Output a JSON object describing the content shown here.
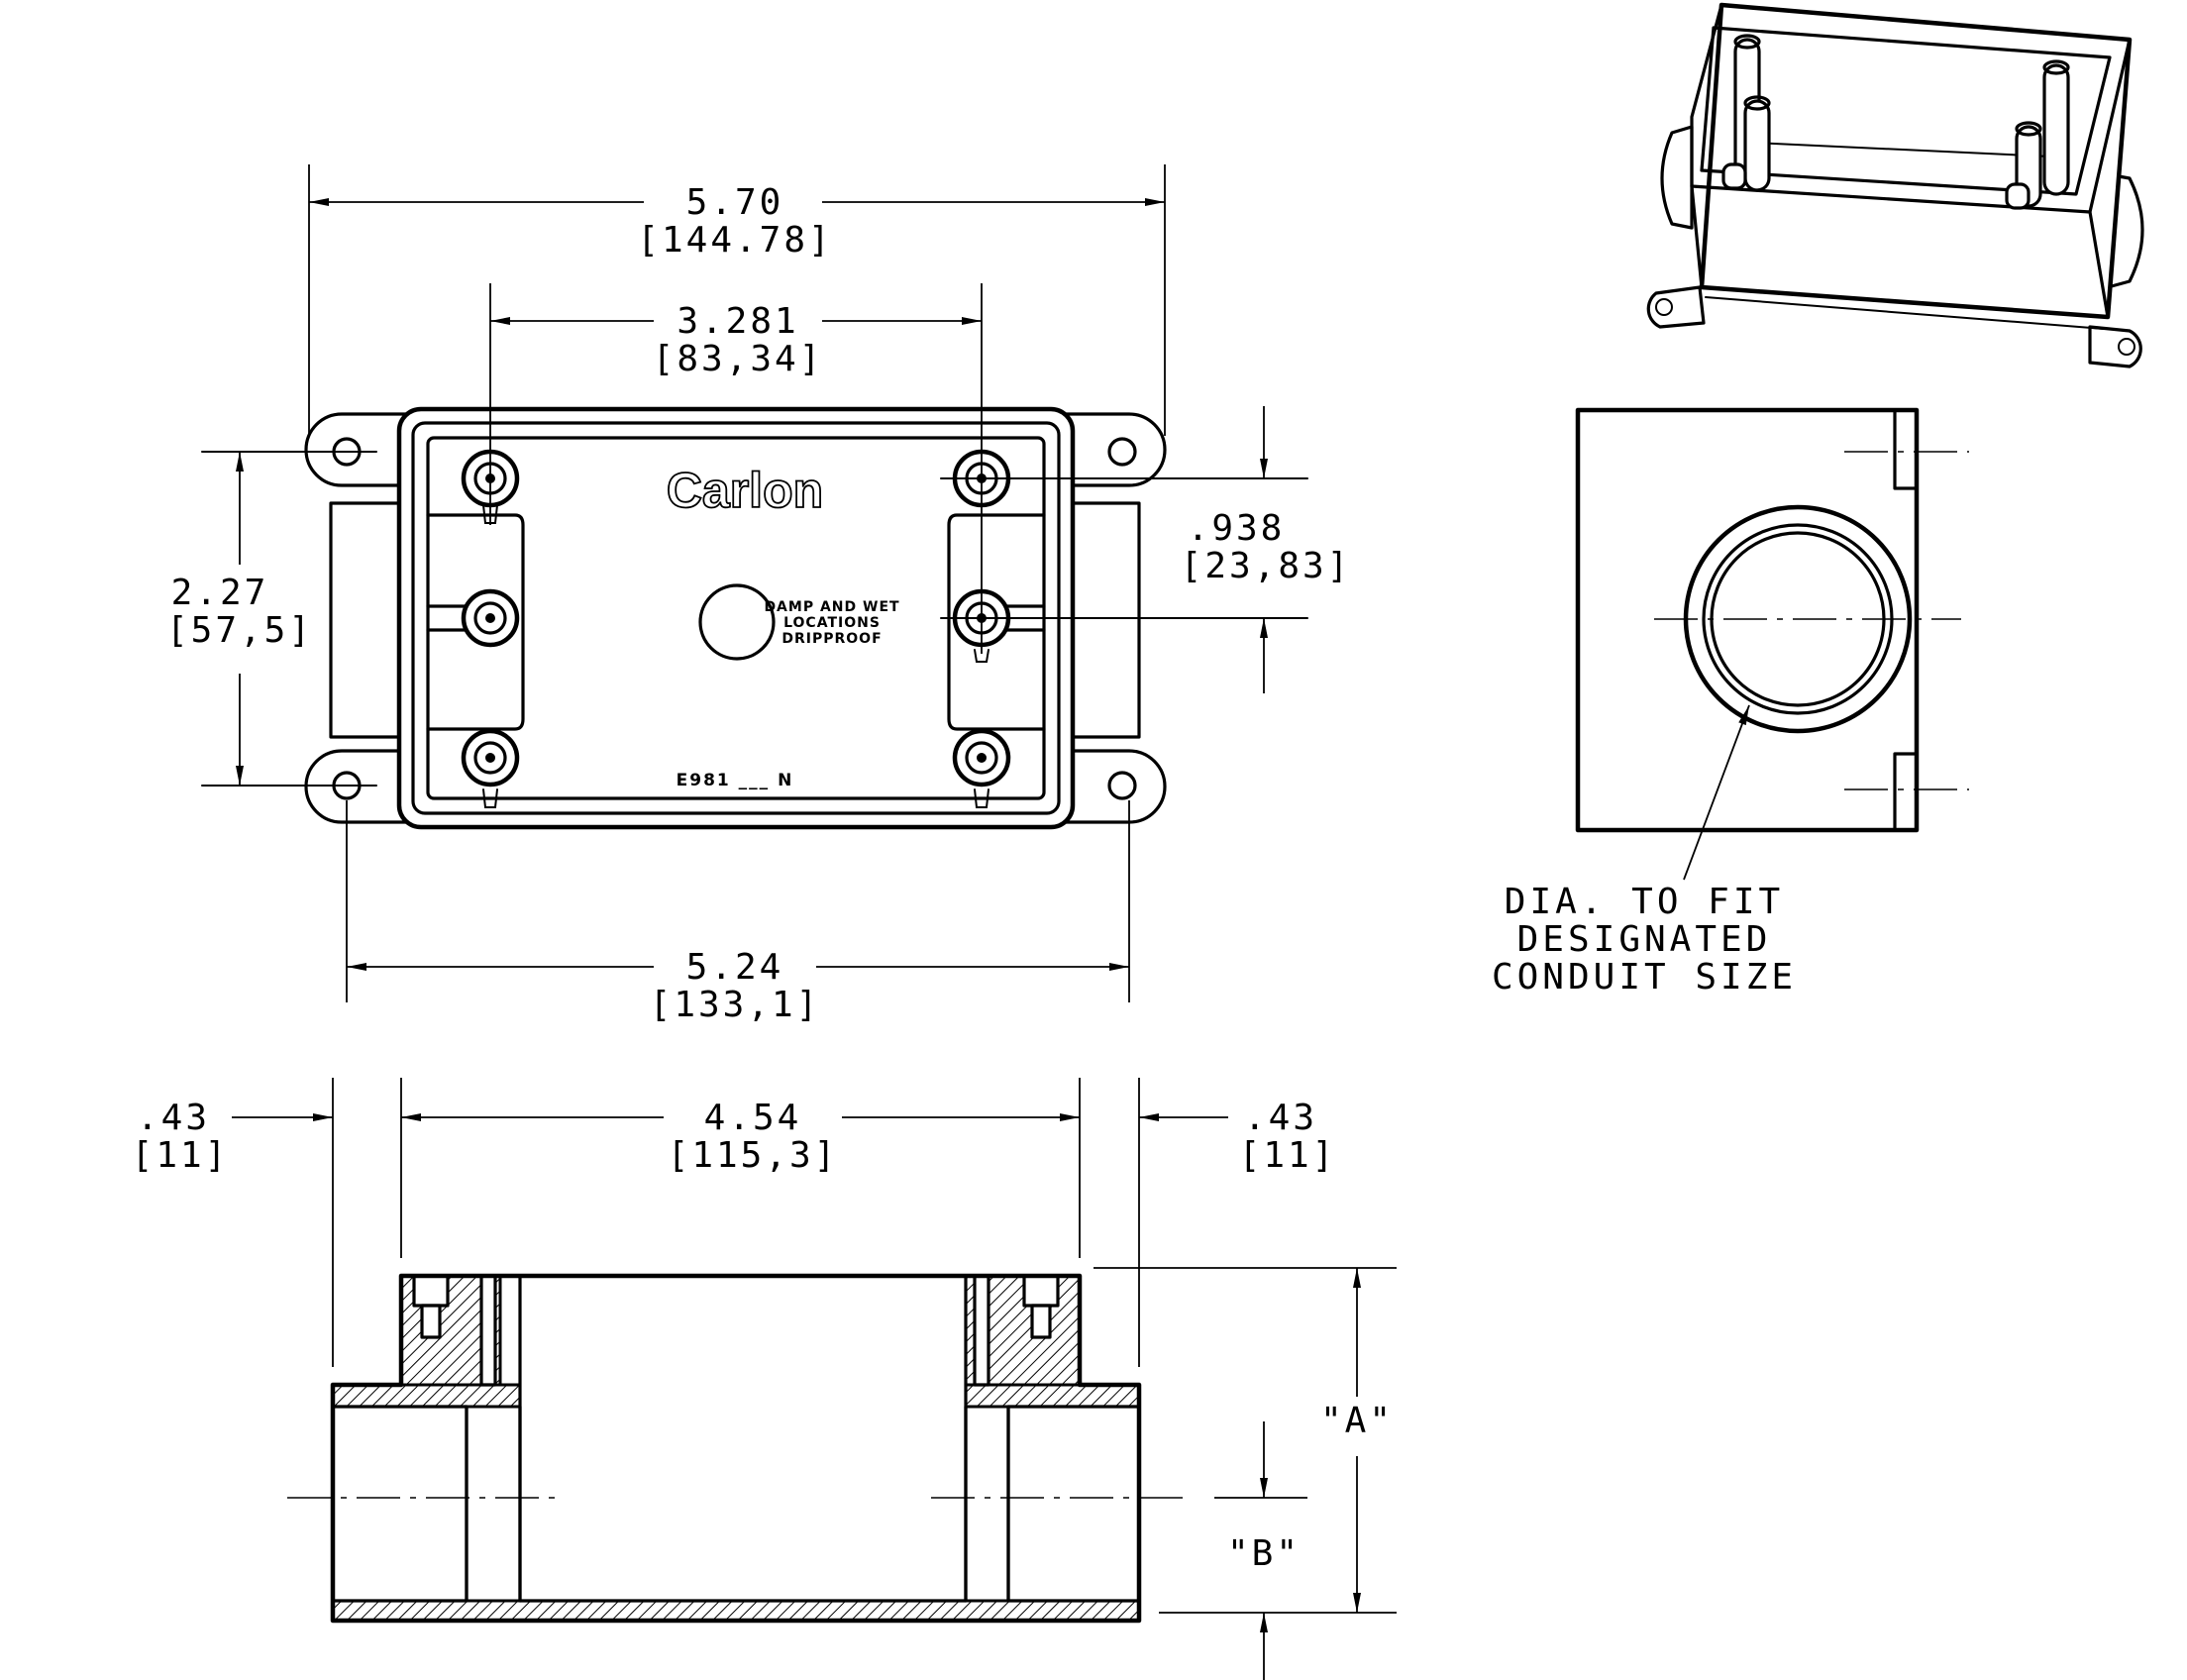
{
  "dimensions": {
    "overall_width": {
      "value": "5.70",
      "metric": "[144.78]"
    },
    "screw_spacing": {
      "value": "3.281",
      "metric": "[83,34]"
    },
    "mount_spacing": {
      "value": "5.24",
      "metric": "[133,1]"
    },
    "height": {
      "value": "2.27",
      "metric": "[57,5]"
    },
    "hub_offset": {
      "value": ".938",
      "metric": "[23,83]"
    },
    "inner_width": {
      "value": "4.54",
      "metric": "[115,3]"
    },
    "left_hub": {
      "value": ".43",
      "metric": "[11]"
    },
    "right_hub": {
      "value": ".43",
      "metric": "[11]"
    },
    "depth_a": "\"A\"",
    "depth_b": "\"B\""
  },
  "markings": {
    "brand": "Carlon",
    "rating_line1": "DAMP AND WET",
    "rating_line2": "LOCATIONS",
    "rating_line3": "DRIPPROOF",
    "part_number": "E981 ___ N"
  },
  "notes": {
    "conduit_line1": "DIA. TO FIT",
    "conduit_line2": "DESIGNATED",
    "conduit_line3": "CONDUIT SIZE"
  }
}
